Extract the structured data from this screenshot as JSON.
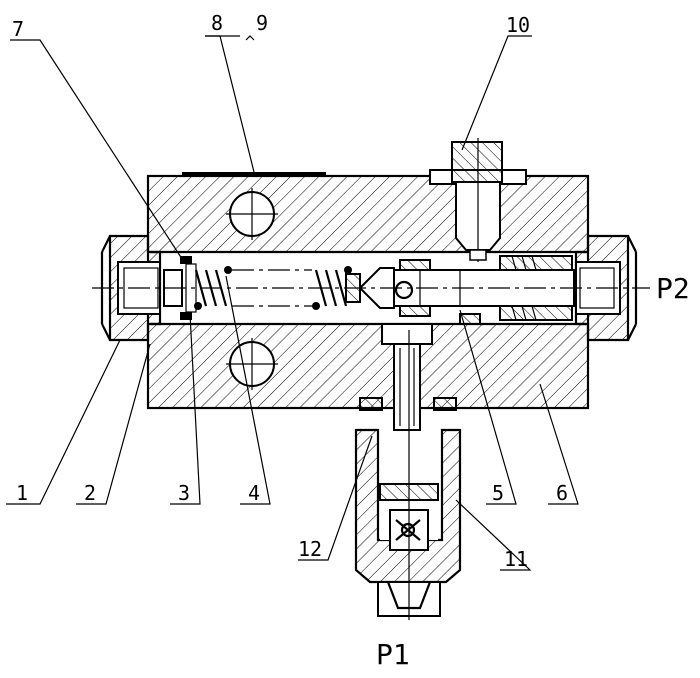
{
  "labels": {
    "l1": "1",
    "l2": "2",
    "l3": "3",
    "l4": "4",
    "l5": "5",
    "l6": "6",
    "l7": "7",
    "l8": "8",
    "l9": "9",
    "l10": "10",
    "l11": "11",
    "l12": "12"
  },
  "ports": {
    "p1": "P1",
    "p2": "P2"
  }
}
